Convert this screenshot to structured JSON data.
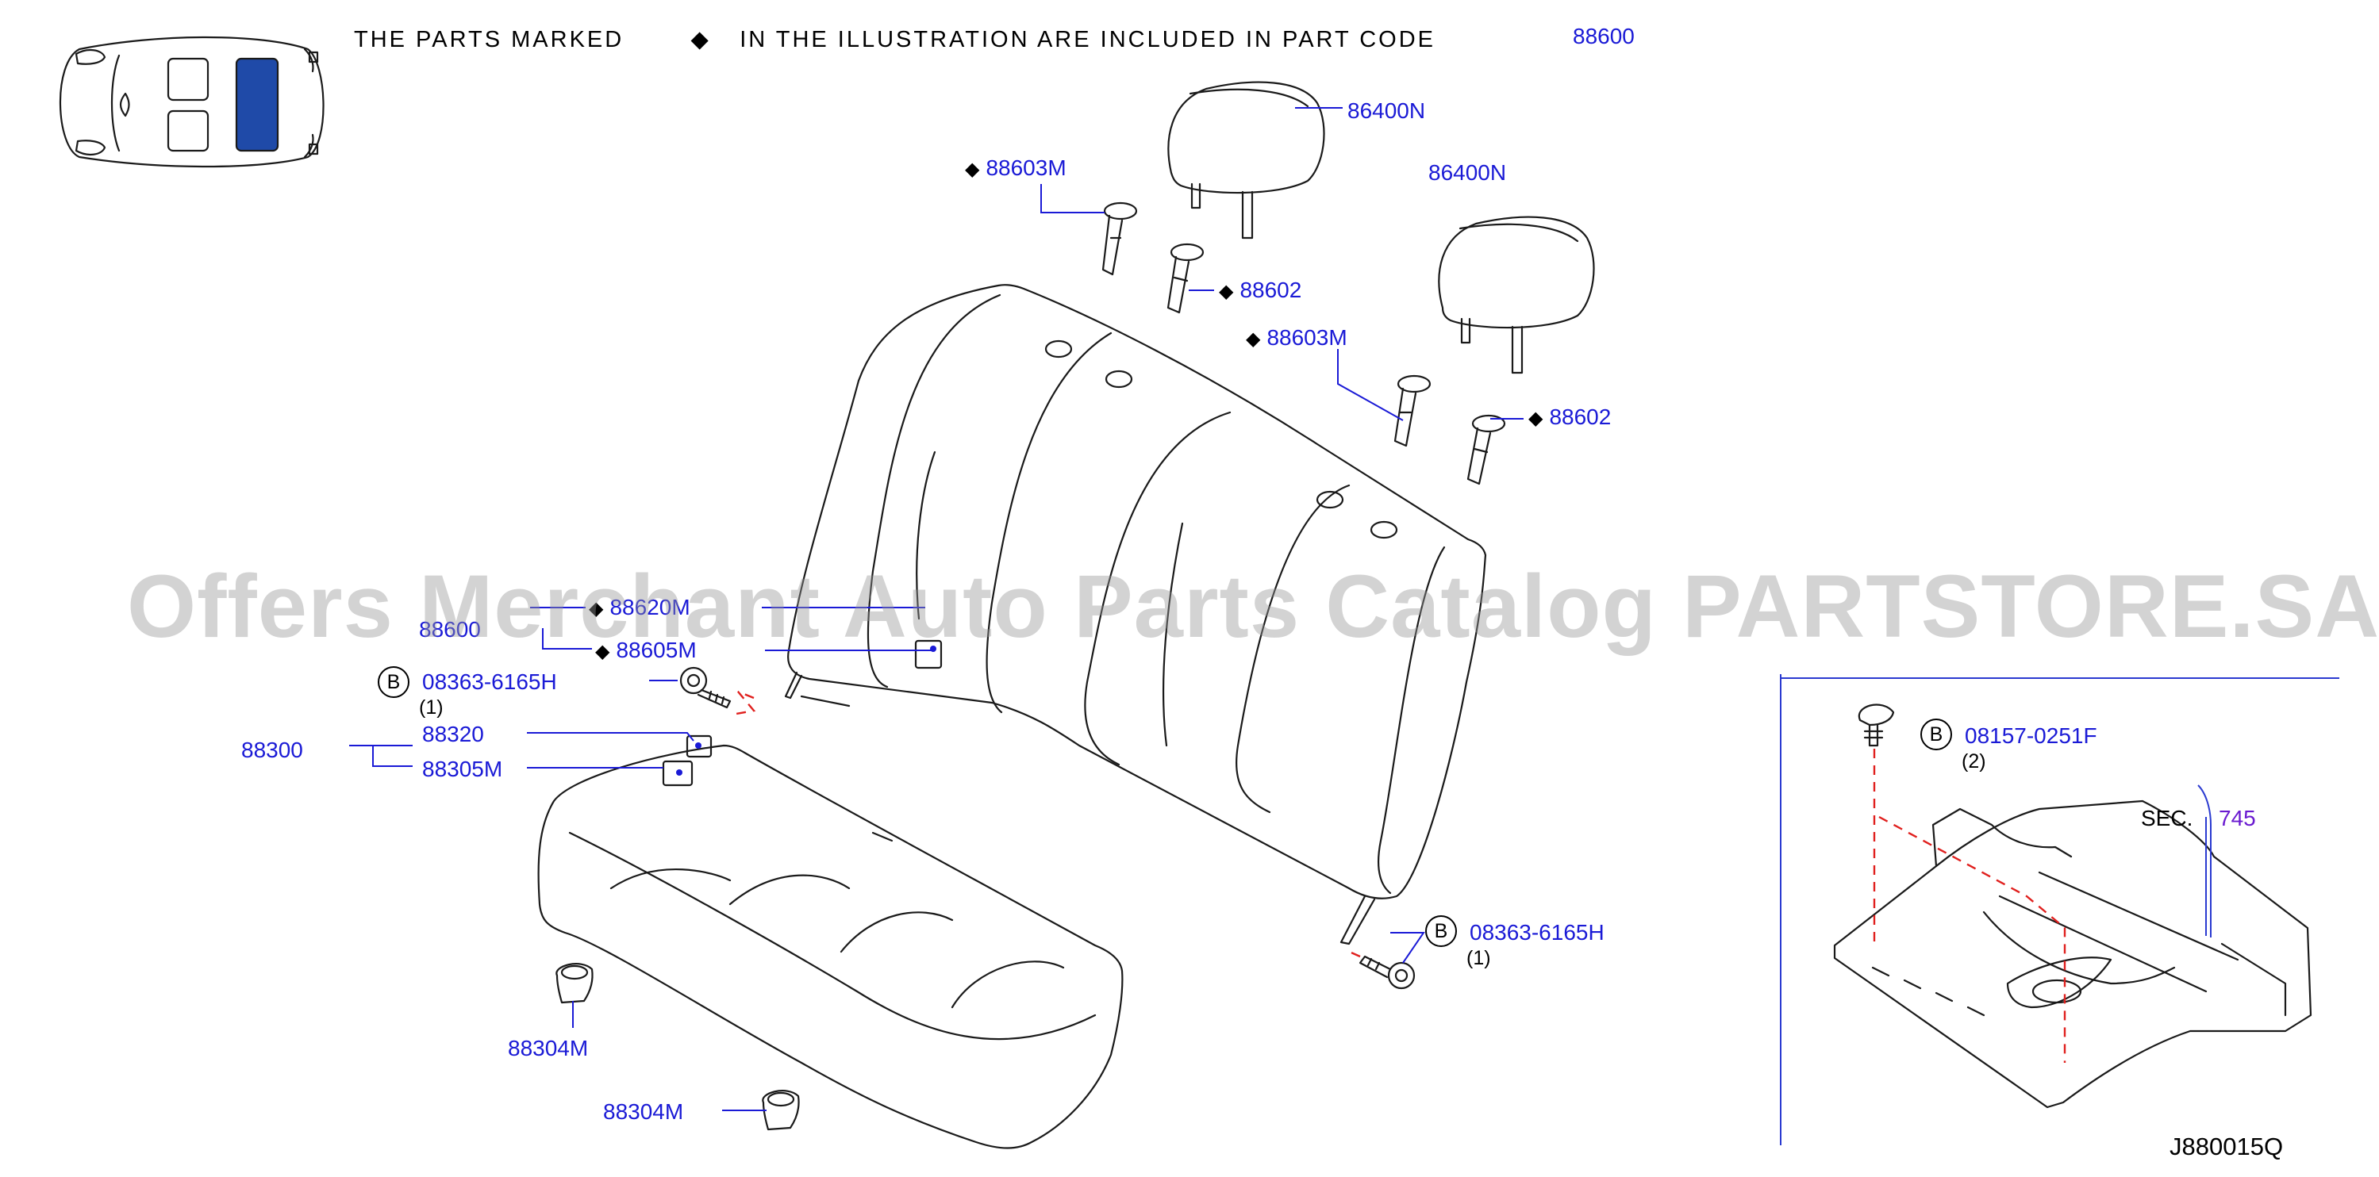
{
  "header_note": {
    "part1": "THE PARTS MARKED",
    "diamond": "◆",
    "part2": "IN THE ILLUSTRATION ARE INCLUDED IN PART CODE",
    "code": "88600"
  },
  "callouts": {
    "headrest_1": "86400N",
    "headrest_2": "86400N",
    "guide_locked_1": "88603M",
    "guide_free_1": "88602",
    "guide_locked_2": "88603M",
    "guide_free_2": "88602",
    "back_finisher_a": "88620M",
    "back_finisher_b": "88600",
    "back_hook": "88605M",
    "bolt_upper_circle": "B",
    "bolt_upper": "08363-6165H",
    "bolt_upper_qty": "(1)",
    "cushion_assembly": "88300",
    "cushion_trim": "88320",
    "cushion_hook": "88305M",
    "bolt_lower_circle": "B",
    "bolt_lower": "08363-6165H",
    "bolt_lower_qty": "(1)",
    "stopper_1": "88304M",
    "stopper_2": "88304M",
    "floor_bolt_circle": "B",
    "floor_bolt": "08157-0251F",
    "floor_bolt_qty": "(2)",
    "sec_label": "SEC.",
    "sec_number": "745",
    "diagram_code": "J880015Q"
  },
  "watermark": "Offers Merchant Auto Parts Catalog PARTSTORE.SA",
  "colors": {
    "callout": "#1a1ad6",
    "leader": "#1a1ad6",
    "outline": "#1a1a1a",
    "dashed_guide": "#e0201e",
    "highlight_seat": "#1f4aa8",
    "section_link": "#6a1ad0"
  }
}
